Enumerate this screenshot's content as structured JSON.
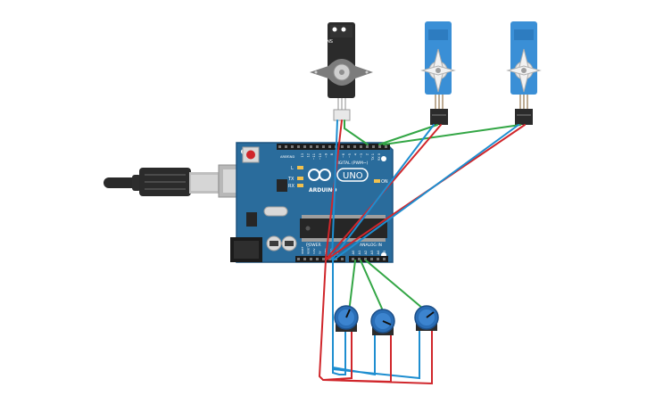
{
  "board": {
    "brand": "ARDUINO",
    "model": "UNO",
    "digital_header": "DIGITAL (PWM~)",
    "analog_header": "ANALOG IN",
    "power_header": "POWER",
    "on_label": "ON",
    "tx_label": "TX",
    "rx_label": "RX",
    "l_label": "L",
    "aref_label": "AREF",
    "gnd_label": "GND",
    "digital_pins": [
      "13",
      "12",
      "~11",
      "~10",
      "~9",
      "8",
      "7",
      "~6",
      "~5",
      "4",
      "~3",
      "2",
      "TX 1",
      "RX 0"
    ],
    "analog_pins": [
      "A0",
      "A1",
      "A2",
      "A3",
      "A4",
      "A5"
    ],
    "power_pins": [
      "IOREF",
      "RESET",
      "3.3V",
      "5V",
      "GND",
      "GND",
      "Vin"
    ]
  },
  "servo_top_left": {
    "label": "SM-S2309S"
  },
  "colors": {
    "board": "#2a6c9c",
    "board_edge": "#1f5580",
    "wire_red": "#d0262b",
    "wire_blue": "#1e8ed0",
    "wire_green": "#33a645",
    "servo_blue": "#3a8fd6",
    "servo_black": "#2b2b2b",
    "pot_blue": "#2a6db5"
  }
}
